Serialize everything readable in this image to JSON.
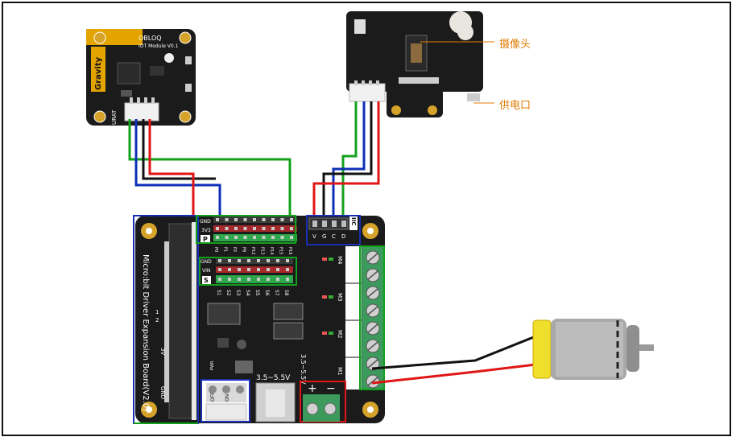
{
  "oblog": {
    "brand": "Gravity",
    "name": "OBLOQ",
    "subtitle": "IOT Module V0.1",
    "port": "URAT"
  },
  "camera": {
    "annotation_camera": "摄像头",
    "annotation_power": "供电口"
  },
  "board": {
    "name": "Micro:bit Driver Expansion Board(V2.0)",
    "row_gnd": "GND",
    "row_3v3": "3V3",
    "row_p": "P",
    "pins_p": [
      "P0",
      "P1",
      "P2",
      "P8",
      "P12",
      "P13",
      "P14",
      "P15",
      "P16"
    ],
    "row_vin": "VIN",
    "row_s": "S",
    "pins_s": [
      "S1",
      "S2",
      "S3",
      "S4",
      "S5",
      "S6",
      "S7",
      "S8"
    ],
    "iic_label": "IIC",
    "iic_pins": [
      "V",
      "G",
      "C",
      "D"
    ],
    "motor_labels": [
      "M4",
      "M3",
      "M2",
      "M1"
    ],
    "voltage_1": "3.5~5.5V",
    "voltage_2": "3.5~5.5V",
    "plus": "+",
    "minus": "−",
    "edge_labels": [
      "3V",
      "GND"
    ],
    "edge_nums": [
      "1",
      "2"
    ],
    "switch_off": "OFF",
    "switch_on": "ON",
    "pwr": "PWR"
  },
  "colors": {
    "wire_green": "#13a11b",
    "wire_blue": "#0d2fb5",
    "wire_black": "#111111",
    "wire_red": "#e01515",
    "board": "#1b1b1b",
    "annotation": "#e07b00",
    "terminal": "#3c9a5c",
    "motor_yellow": "#f0de2c"
  }
}
